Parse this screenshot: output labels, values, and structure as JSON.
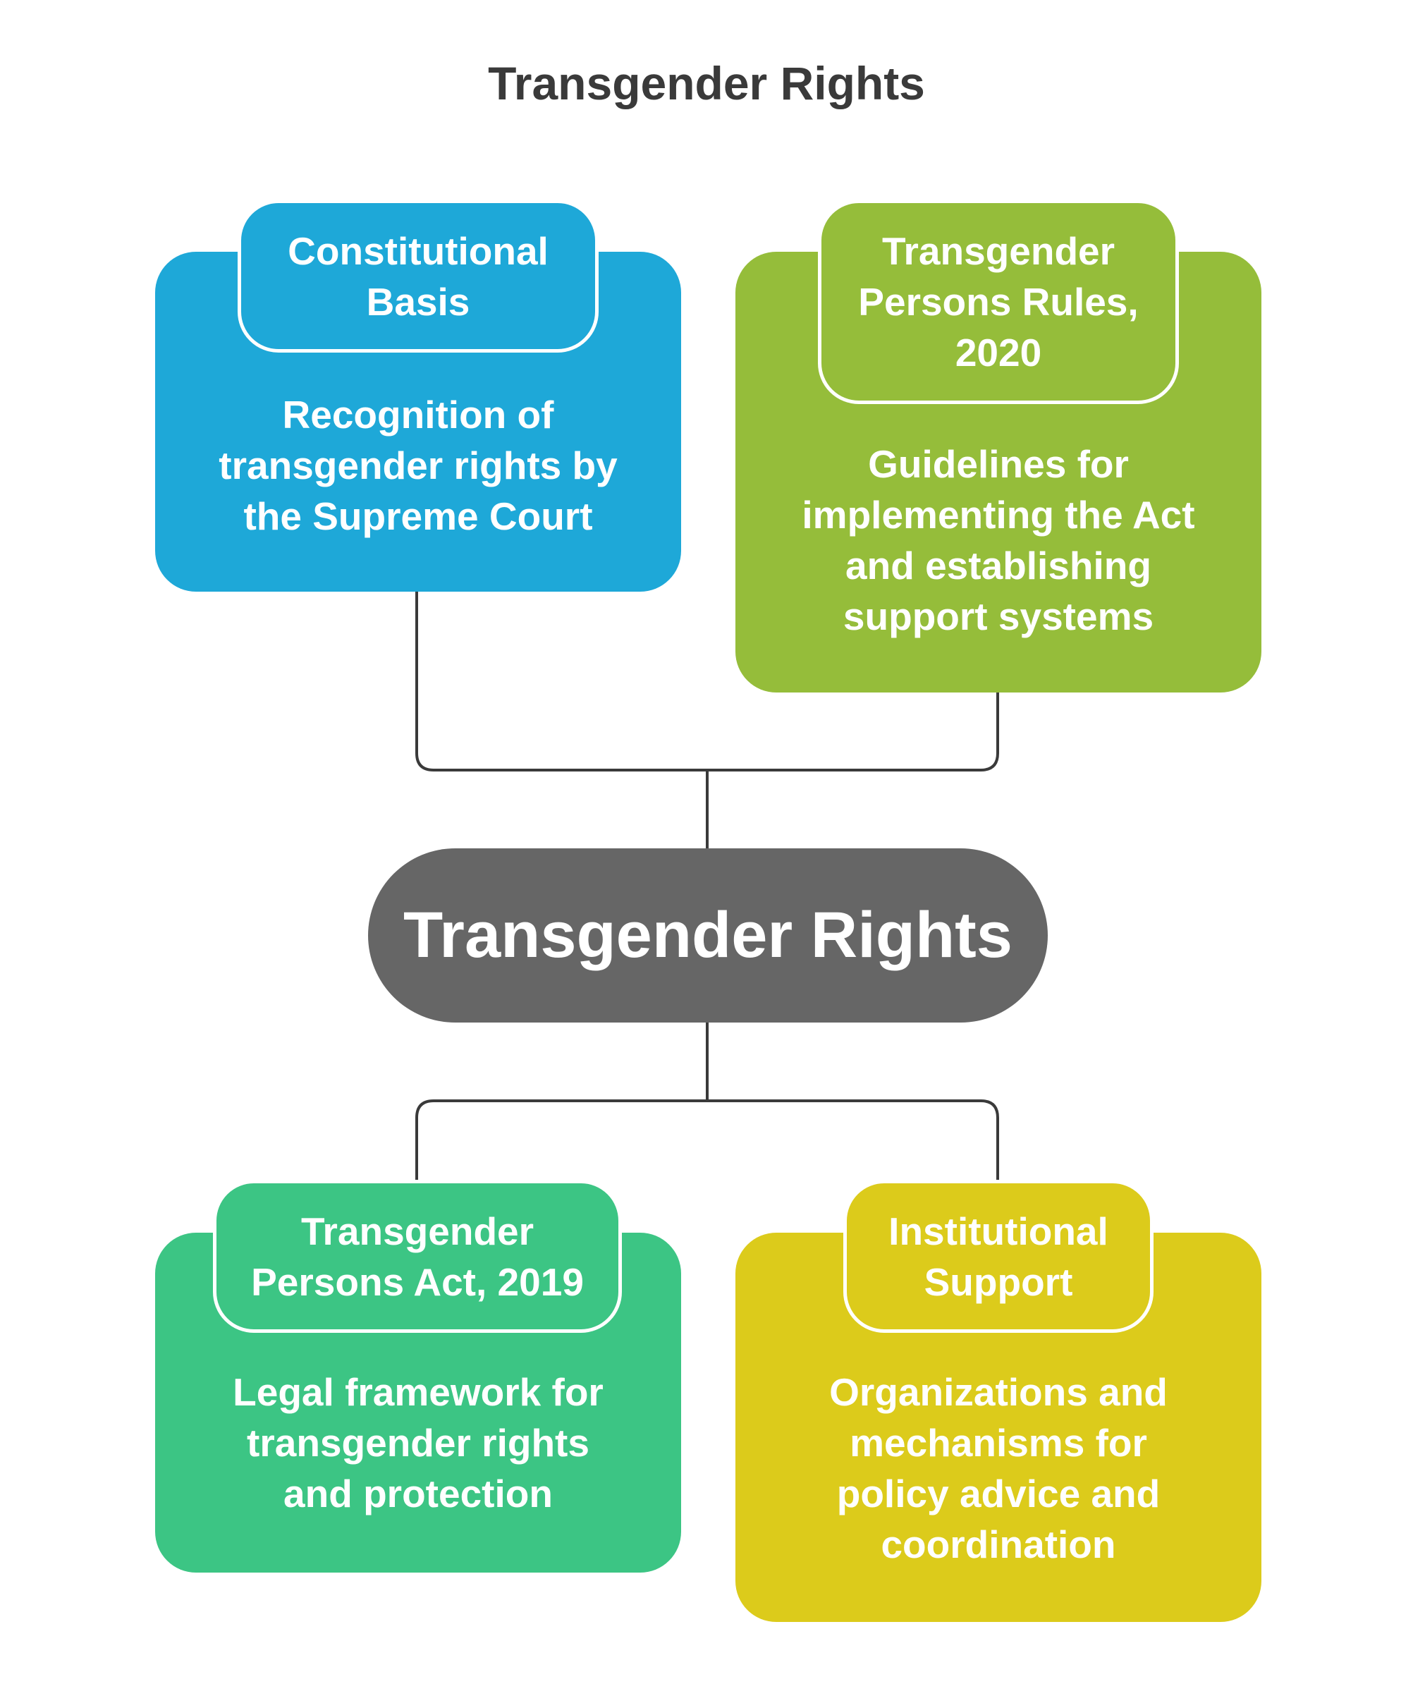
{
  "title": "Transgender Rights",
  "center": {
    "label": "Transgender Rights"
  },
  "colors": {
    "center": "#666666",
    "connector": "#3a3a3a",
    "constitutional": "#1ea8d8",
    "rules": "#95bd3a",
    "act": "#3cc584",
    "support": "#dccb1b"
  },
  "nodes": {
    "constitutional": {
      "title_lines": [
        "Constitutional",
        "Basis"
      ],
      "desc_lines": [
        "Recognition of",
        "transgender rights by",
        "the Supreme Court"
      ]
    },
    "rules": {
      "title_lines": [
        "Transgender",
        "Persons Rules,",
        "2020"
      ],
      "desc_lines": [
        "Guidelines for",
        "implementing the Act",
        "and establishing",
        "support systems"
      ]
    },
    "act": {
      "title_lines": [
        "Transgender",
        "Persons Act, 2019"
      ],
      "desc_lines": [
        "Legal framework for",
        "transgender rights",
        "and protection"
      ]
    },
    "support": {
      "title_lines": [
        "Institutional",
        "Support"
      ],
      "desc_lines": [
        "Organizations and",
        "mechanisms for",
        "policy advice and",
        "coordination"
      ]
    }
  }
}
